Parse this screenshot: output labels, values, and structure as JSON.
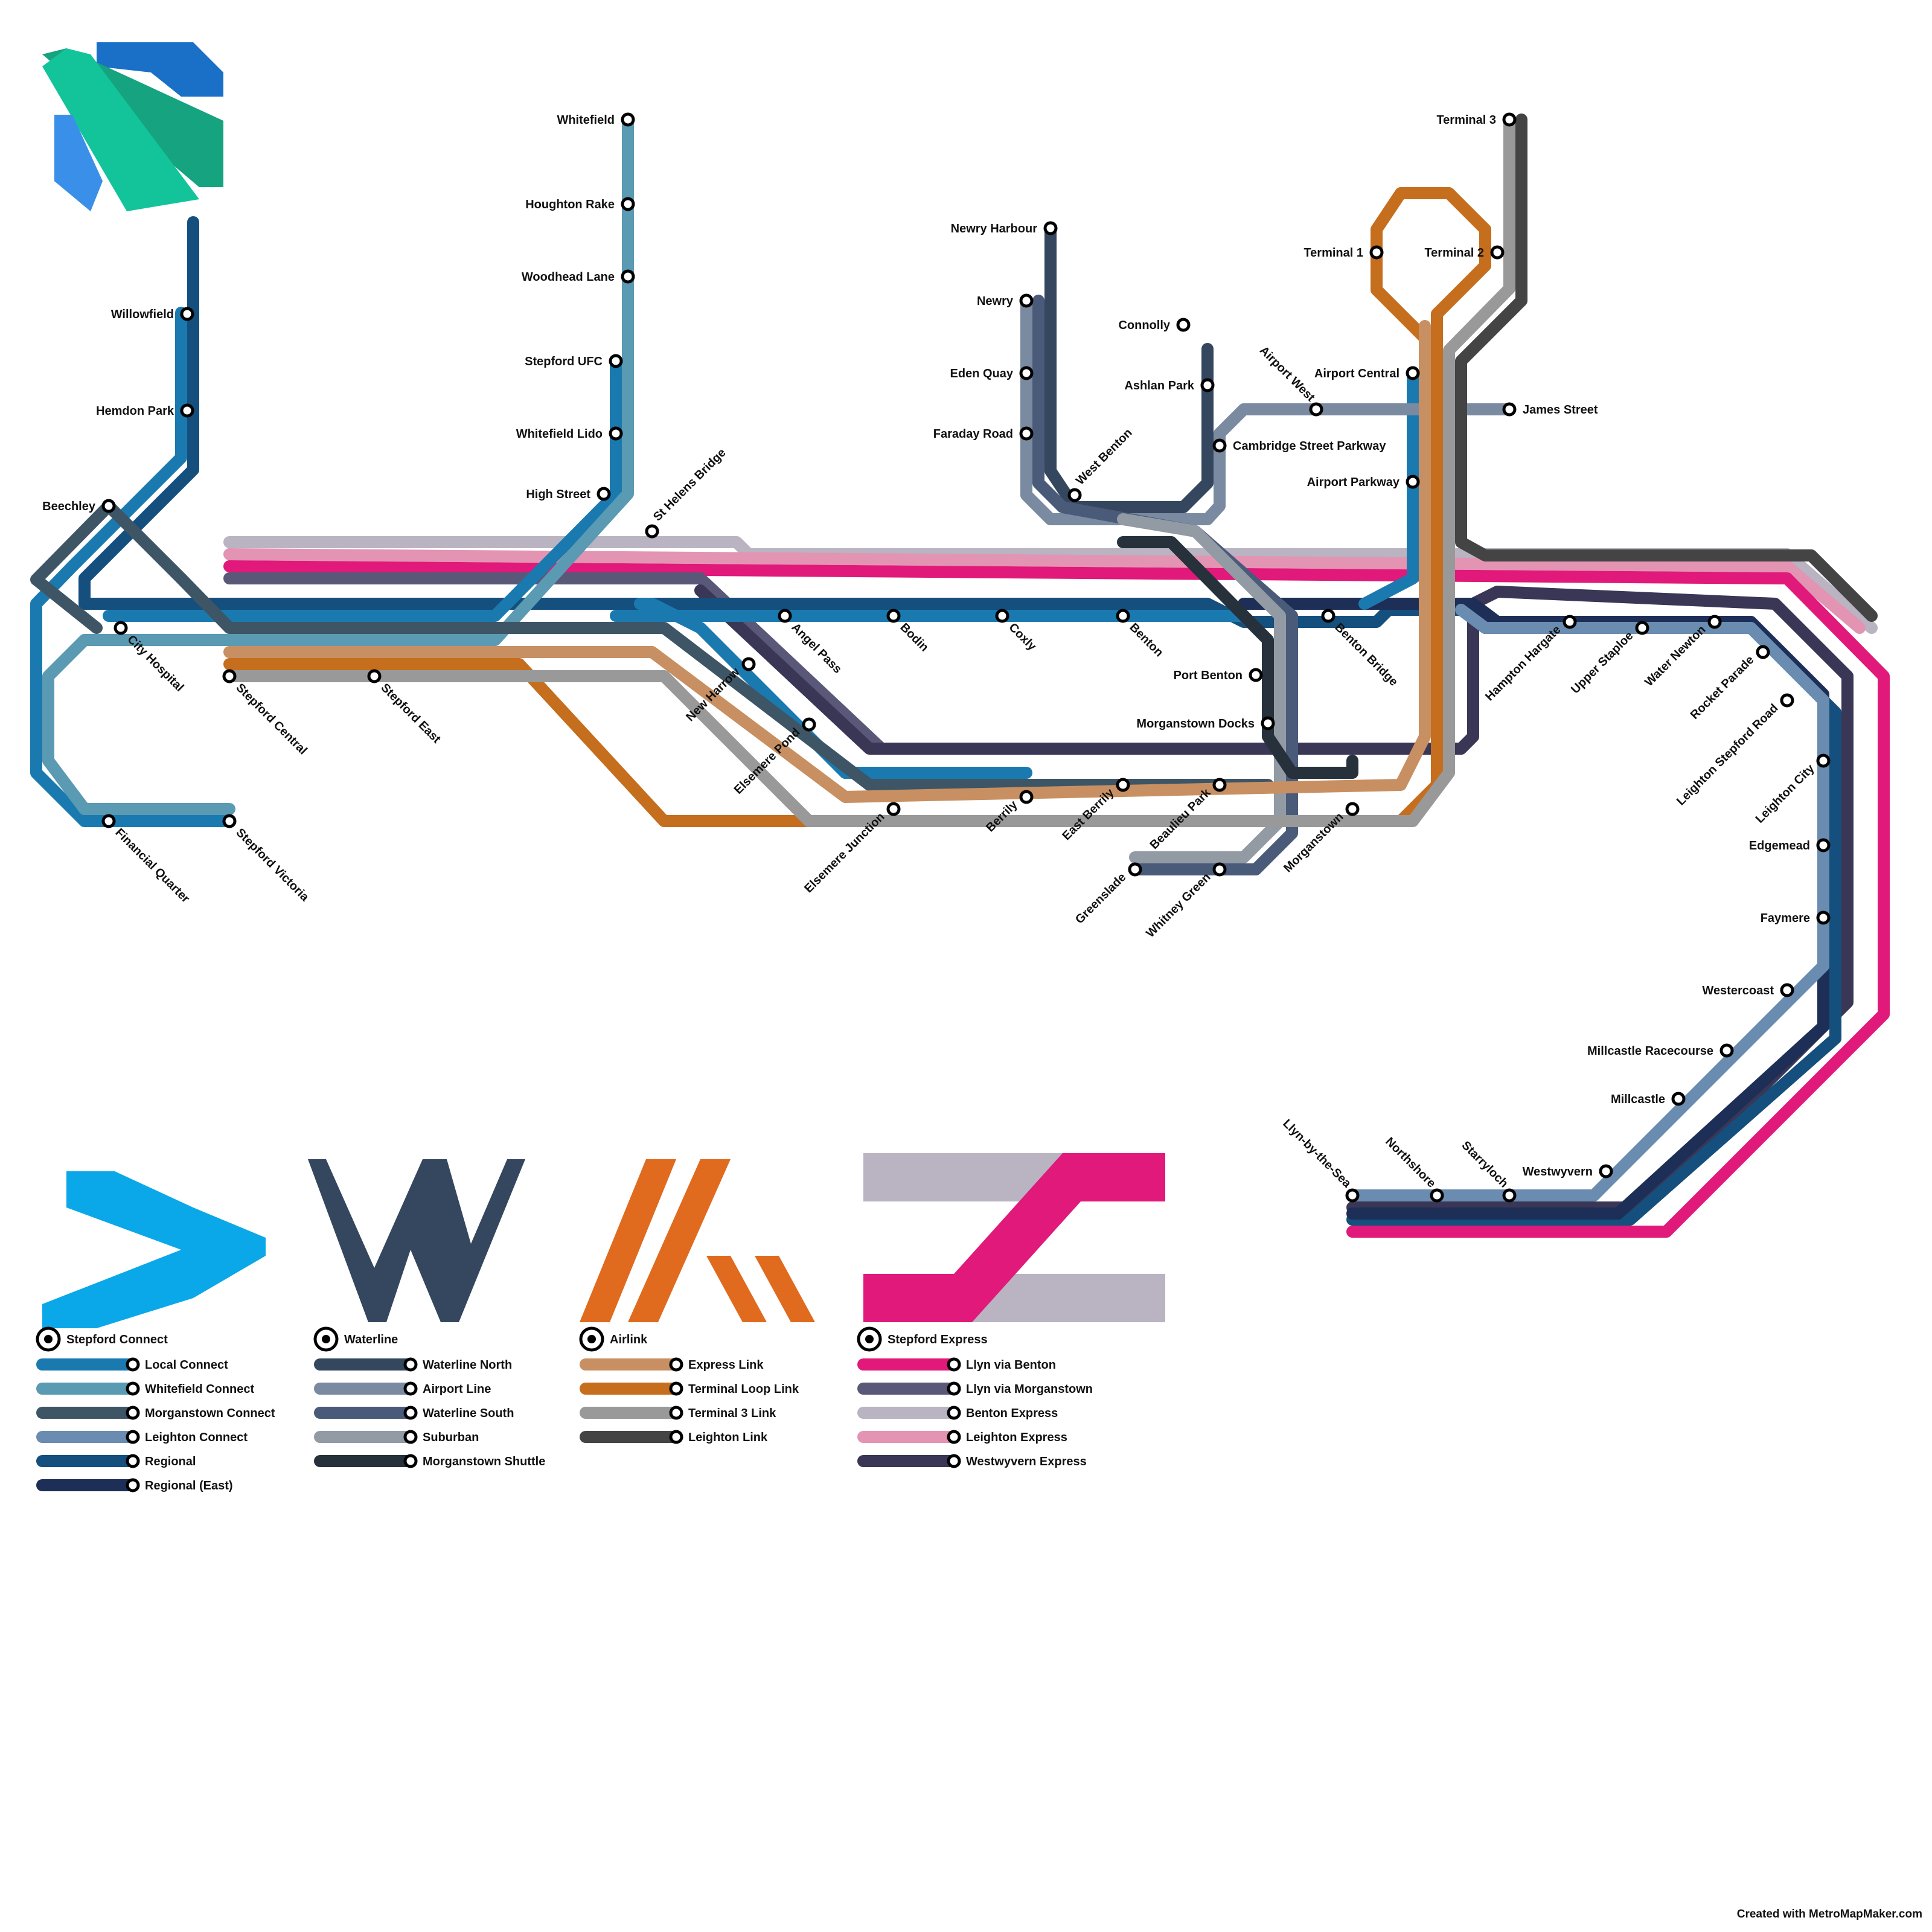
{
  "credit": "Created with MetroMapMaker.com",
  "colors": {
    "local": "#1a7ab0",
    "whitefield": "#5a9ab2",
    "morganstown_connect": "#3e5566",
    "leighton_connect": "#6a8cb0",
    "regional": "#144f7d",
    "regional_east": "#1d2e57",
    "waterline_north": "#34475f",
    "airport_line": "#7a8aa0",
    "waterline_south": "#4a5b7a",
    "suburban": "#929aa4",
    "morganstown_shuttle": "#27313b",
    "express_link": "#c89062",
    "terminal_loop": "#c56e1d",
    "terminal3": "#999999",
    "leighton_link": "#444444",
    "llyn_benton": "#e0197a",
    "llyn_morganstown": "#5a5878",
    "benton_express": "#b9b3c2",
    "leighton_express": "#e394b2",
    "westwyvern_express": "#3a3656"
  },
  "legend": [
    {
      "network": "Stepford Connect",
      "lines": [
        {
          "name": "Local Connect",
          "color": "local"
        },
        {
          "name": "Whitefield Connect",
          "color": "whitefield"
        },
        {
          "name": "Morganstown Connect",
          "color": "morganstown_connect"
        },
        {
          "name": "Leighton Connect",
          "color": "leighton_connect"
        },
        {
          "name": "Regional",
          "color": "regional"
        },
        {
          "name": "Regional (East)",
          "color": "regional_east"
        }
      ]
    },
    {
      "network": "Waterline",
      "lines": [
        {
          "name": "Waterline North",
          "color": "waterline_north"
        },
        {
          "name": "Airport Line",
          "color": "airport_line"
        },
        {
          "name": "Waterline South",
          "color": "waterline_south"
        },
        {
          "name": "Suburban",
          "color": "suburban"
        },
        {
          "name": "Morganstown Shuttle",
          "color": "morganstown_shuttle"
        }
      ]
    },
    {
      "network": "Airlink",
      "lines": [
        {
          "name": "Express Link",
          "color": "express_link"
        },
        {
          "name": "Terminal Loop Link",
          "color": "terminal_loop"
        },
        {
          "name": "Terminal 3 Link",
          "color": "terminal3"
        },
        {
          "name": "Leighton Link",
          "color": "leighton_link"
        }
      ]
    },
    {
      "network": "Stepford Express",
      "lines": [
        {
          "name": "Llyn via Benton",
          "color": "llyn_benton"
        },
        {
          "name": "Llyn via Morganstown",
          "color": "llyn_morganstown"
        },
        {
          "name": "Benton Express",
          "color": "benton_express"
        },
        {
          "name": "Leighton Express",
          "color": "leighton_express"
        },
        {
          "name": "Westwyvern Express",
          "color": "westwyvern_express"
        }
      ]
    }
  ],
  "stations": [
    {
      "name": "Willowfield"
    },
    {
      "name": "Hemdon Park"
    },
    {
      "name": "Beechley"
    },
    {
      "name": "City Hospital"
    },
    {
      "name": "Financial Quarter"
    },
    {
      "name": "Stepford Victoria"
    },
    {
      "name": "Stepford Central"
    },
    {
      "name": "Stepford East"
    },
    {
      "name": "Whitefield"
    },
    {
      "name": "Houghton Rake"
    },
    {
      "name": "Woodhead Lane"
    },
    {
      "name": "Stepford UFC"
    },
    {
      "name": "Whitefield Lido"
    },
    {
      "name": "High Street"
    },
    {
      "name": "St Helens Bridge"
    },
    {
      "name": "Angel Pass"
    },
    {
      "name": "New Harrow"
    },
    {
      "name": "Elsemere Pond"
    },
    {
      "name": "Elsemere Junction"
    },
    {
      "name": "Bodin"
    },
    {
      "name": "Coxly"
    },
    {
      "name": "Berrily"
    },
    {
      "name": "East Berrily"
    },
    {
      "name": "Beaulieu Park"
    },
    {
      "name": "Greenslade"
    },
    {
      "name": "Whitney Green"
    },
    {
      "name": "Newry Harbour"
    },
    {
      "name": "Newry"
    },
    {
      "name": "Eden Quay"
    },
    {
      "name": "Faraday Road"
    },
    {
      "name": "West Benton"
    },
    {
      "name": "Benton"
    },
    {
      "name": "Connolly"
    },
    {
      "name": "Ashlan Park"
    },
    {
      "name": "Cambridge Street Parkway"
    },
    {
      "name": "Airport West"
    },
    {
      "name": "James Street"
    },
    {
      "name": "Benton Bridge"
    },
    {
      "name": "Port Benton"
    },
    {
      "name": "Morganstown Docks"
    },
    {
      "name": "Morganstown"
    },
    {
      "name": "Terminal 1"
    },
    {
      "name": "Terminal 2"
    },
    {
      "name": "Terminal 3"
    },
    {
      "name": "Airport Central"
    },
    {
      "name": "Airport Parkway"
    },
    {
      "name": "Hampton Hargate"
    },
    {
      "name": "Upper Staploe"
    },
    {
      "name": "Water Newton"
    },
    {
      "name": "Rocket Parade"
    },
    {
      "name": "Leighton Stepford Road"
    },
    {
      "name": "Leighton City"
    },
    {
      "name": "Edgemead"
    },
    {
      "name": "Faymere"
    },
    {
      "name": "Westercoast"
    },
    {
      "name": "Millcastle Racecourse"
    },
    {
      "name": "Millcastle"
    },
    {
      "name": "Westwyvern"
    },
    {
      "name": "Starryloch"
    },
    {
      "name": "Northshore"
    },
    {
      "name": "Llyn-by-the-Sea"
    }
  ]
}
